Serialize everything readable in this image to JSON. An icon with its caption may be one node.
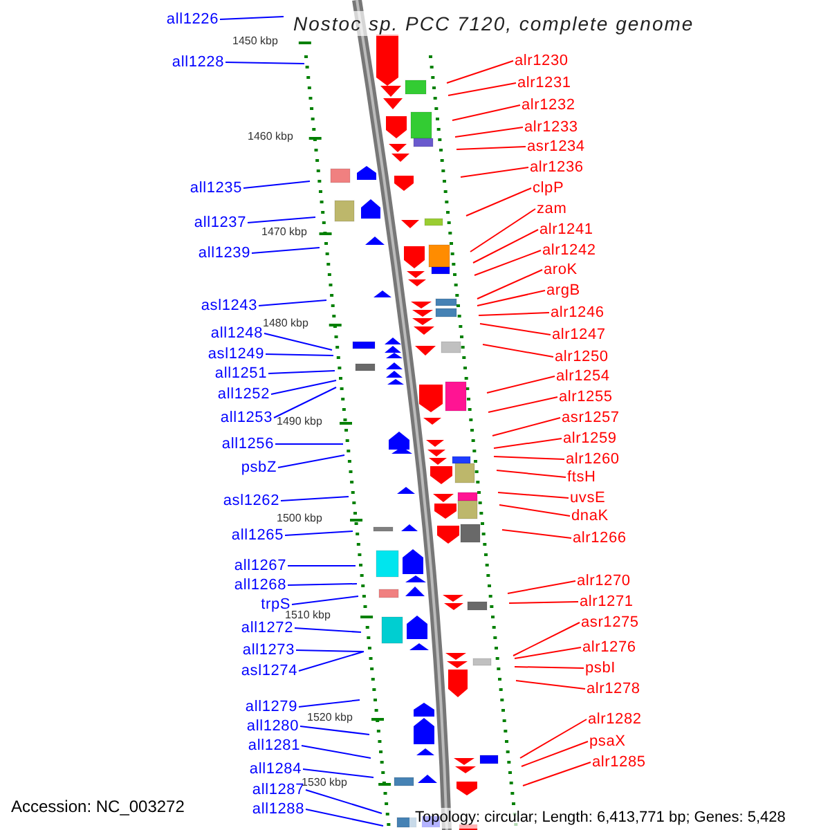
{
  "diagram": {
    "title": "Nostoc sp. PCC 7120, complete genome",
    "nodes": [
      {
        "text": [
          "all1226"
        ]
      },
      {
        "text": [
          "all1228"
        ]
      },
      {
        "text": [
          "all1235"
        ]
      },
      {
        "text": [
          "all1237"
        ]
      },
      {
        "text": [
          "all1239"
        ]
      },
      {
        "text": [
          "asl1243"
        ]
      },
      {
        "text": [
          "all1248"
        ]
      },
      {
        "text": [
          "asl1249"
        ]
      },
      {
        "text": [
          "all1251"
        ]
      },
      {
        "text": [
          "all1252"
        ]
      },
      {
        "text": [
          "all1253"
        ]
      },
      {
        "text": [
          "all1256"
        ]
      },
      {
        "text": [
          "psbZ"
        ]
      },
      {
        "text": [
          "asl1262"
        ]
      },
      {
        "text": [
          "all1265"
        ]
      },
      {
        "text": [
          "all1267"
        ]
      },
      {
        "text": [
          "all1268"
        ]
      },
      {
        "text": [
          "trpS"
        ]
      },
      {
        "text": [
          "all1272"
        ]
      },
      {
        "text": [
          "all1273"
        ]
      },
      {
        "text": [
          "asl1274"
        ]
      },
      {
        "text": [
          "all1279"
        ]
      },
      {
        "text": [
          "all1280"
        ]
      },
      {
        "text": [
          "all1281"
        ]
      },
      {
        "text": [
          "all1284"
        ]
      },
      {
        "text": [
          "all1287"
        ]
      },
      {
        "text": [
          "all1288"
        ]
      },
      {
        "text": [
          "alr1230"
        ]
      },
      {
        "text": [
          "alr1231"
        ]
      },
      {
        "text": [
          "alr1232"
        ]
      },
      {
        "text": [
          "alr1233"
        ]
      },
      {
        "text": [
          "asr1234"
        ]
      },
      {
        "text": [
          "alr1236"
        ]
      },
      {
        "text": [
          "clpP"
        ]
      },
      {
        "text": [
          "zam"
        ]
      },
      {
        "text": [
          "alr1241"
        ]
      },
      {
        "text": [
          "alr1242"
        ]
      },
      {
        "text": [
          "aroK"
        ]
      },
      {
        "text": [
          "argB"
        ]
      },
      {
        "text": [
          "alr1246"
        ]
      },
      {
        "text": [
          "alr1247"
        ]
      },
      {
        "text": [
          "alr1250"
        ]
      },
      {
        "text": [
          "alr1254"
        ]
      },
      {
        "text": [
          "alr1255"
        ]
      },
      {
        "text": [
          "asr1257"
        ]
      },
      {
        "text": [
          "alr1259"
        ]
      },
      {
        "text": [
          "alr1260"
        ]
      },
      {
        "text": [
          "ftsH"
        ]
      },
      {
        "text": [
          "uvsE"
        ]
      },
      {
        "text": [
          "dnaK"
        ]
      },
      {
        "text": [
          "alr1266"
        ]
      },
      {
        "text": [
          "alr1270"
        ]
      },
      {
        "text": [
          "alr1271"
        ]
      },
      {
        "text": [
          "asr1275"
        ]
      },
      {
        "text": [
          "alr1276"
        ]
      },
      {
        "text": [
          "psbI"
        ]
      },
      {
        "text": [
          "alr1278"
        ]
      },
      {
        "text": [
          "alr1282"
        ]
      },
      {
        "text": [
          "psaX"
        ]
      },
      {
        "text": [
          "alr1285"
        ]
      }
    ],
    "edges": [
      {
        "from": 0,
        "to": null,
        "arrow": "none",
        "color": "#0000ff"
      },
      {
        "from": 1,
        "to": null,
        "arrow": "none",
        "color": "#0000ff"
      },
      {
        "from": 2,
        "to": null,
        "arrow": "none",
        "color": "#0000ff"
      },
      {
        "from": 3,
        "to": null,
        "arrow": "none",
        "color": "#0000ff"
      },
      {
        "from": 4,
        "to": null,
        "arrow": "none",
        "color": "#0000ff"
      },
      {
        "from": 5,
        "to": null,
        "arrow": "none",
        "color": "#0000ff"
      },
      {
        "from": 6,
        "to": null,
        "arrow": "none",
        "color": "#0000ff"
      },
      {
        "from": 7,
        "to": null,
        "arrow": "none",
        "color": "#0000ff"
      },
      {
        "from": 8,
        "to": null,
        "arrow": "none",
        "color": "#0000ff"
      },
      {
        "from": 9,
        "to": null,
        "arrow": "none",
        "color": "#0000ff"
      },
      {
        "from": 10,
        "to": null,
        "arrow": "none",
        "color": "#0000ff"
      },
      {
        "from": 11,
        "to": null,
        "arrow": "none",
        "color": "#0000ff"
      },
      {
        "from": 12,
        "to": null,
        "arrow": "none",
        "color": "#0000ff"
      },
      {
        "from": 13,
        "to": null,
        "arrow": "none",
        "color": "#0000ff"
      },
      {
        "from": 14,
        "to": null,
        "arrow": "none",
        "color": "#0000ff"
      },
      {
        "from": 15,
        "to": null,
        "arrow": "none",
        "color": "#0000ff"
      },
      {
        "from": 16,
        "to": null,
        "arrow": "none",
        "color": "#0000ff"
      },
      {
        "from": 17,
        "to": null,
        "arrow": "none",
        "color": "#0000ff"
      },
      {
        "from": 18,
        "to": null,
        "arrow": "none",
        "color": "#0000ff"
      },
      {
        "from": 19,
        "to": null,
        "arrow": "none",
        "color": "#0000ff"
      },
      {
        "from": 20,
        "to": null,
        "arrow": "none",
        "color": "#0000ff"
      },
      {
        "from": 21,
        "to": null,
        "arrow": "none",
        "color": "#0000ff"
      },
      {
        "from": 22,
        "to": null,
        "arrow": "none",
        "color": "#0000ff"
      },
      {
        "from": 23,
        "to": null,
        "arrow": "none",
        "color": "#0000ff"
      },
      {
        "from": 24,
        "to": null,
        "arrow": "none",
        "color": "#0000ff"
      },
      {
        "from": 25,
        "to": null,
        "arrow": "none",
        "color": "#0000ff"
      },
      {
        "from": 26,
        "to": null,
        "arrow": "none",
        "color": "#0000ff"
      },
      {
        "from": 27,
        "to": null,
        "arrow": "none"
      },
      {
        "from": 28,
        "to": null,
        "arrow": "none"
      },
      {
        "from": 29,
        "to": null,
        "arrow": "none"
      },
      {
        "from": 30,
        "to": null,
        "arrow": "none"
      },
      {
        "from": 31,
        "to": null,
        "arrow": "none"
      },
      {
        "from": 32,
        "to": null,
        "arrow": "none"
      },
      {
        "from": 33,
        "to": null,
        "arrow": "none"
      },
      {
        "from": 34,
        "to": null,
        "arrow": "none"
      },
      {
        "from": 35,
        "to": null,
        "arrow": "none"
      },
      {
        "from": 36,
        "to": null,
        "arrow": "none"
      },
      {
        "from": 37,
        "to": null,
        "arrow": "none"
      },
      {
        "from": 38,
        "to": null,
        "arrow": "none"
      },
      {
        "from": 39,
        "to": null,
        "arrow": "none"
      },
      {
        "from": 40,
        "to": null,
        "arrow": "none"
      },
      {
        "from": 41,
        "to": null,
        "arrow": "none"
      },
      {
        "from": 42,
        "to": null,
        "arrow": "none"
      },
      {
        "from": 43,
        "to": null,
        "arrow": "none"
      },
      {
        "from": 44,
        "to": null,
        "arrow": "none"
      },
      {
        "from": 45,
        "to": null,
        "arrow": "none"
      },
      {
        "from": 46,
        "to": null,
        "arrow": "none"
      },
      {
        "from": 47,
        "to": null,
        "arrow": "none"
      },
      {
        "from": 48,
        "to": null,
        "arrow": "none"
      },
      {
        "from": 49,
        "to": null,
        "arrow": "none"
      },
      {
        "from": 50,
        "to": null,
        "arrow": "none"
      },
      {
        "from": 51,
        "to": null,
        "arrow": "none"
      },
      {
        "from": 52,
        "to": null,
        "arrow": "none"
      },
      {
        "from": 53,
        "to": null,
        "arrow": "none"
      },
      {
        "from": 54,
        "to": null,
        "arrow": "none"
      },
      {
        "from": 55,
        "to": null,
        "arrow": "none"
      },
      {
        "from": 56,
        "to": null,
        "arrow": "none"
      },
      {
        "from": 57,
        "to": null,
        "arrow": "none"
      },
      {
        "from": 58,
        "to": null,
        "arrow": "none"
      },
      {
        "from": 59,
        "to": null,
        "arrow": "none"
      }
    ],
    "labels": [
      "1450 kbp",
      "1460 kbp",
      "1470 kbp",
      "1480 kbp",
      "1490 kbp",
      "1500 kbp",
      "1510 kbp",
      "1520 kbp",
      "1530 kbp",
      "Accession: NC_003272",
      "Topology: circular; Length: 6,413,771 bp; Genes: 5,428"
    ]
  }
}
